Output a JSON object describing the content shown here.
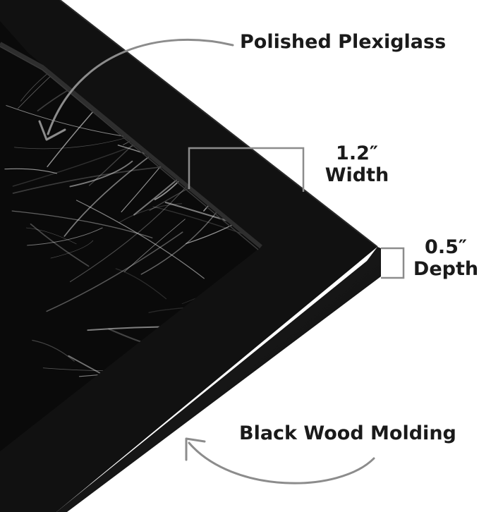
{
  "callouts": {
    "plexiglass": "Polished Plexiglass",
    "width_value": "1.2″",
    "width_label": "Width",
    "depth_value": "0.5″",
    "depth_label": "Depth",
    "molding": "Black Wood Molding"
  },
  "colors": {
    "frame": "#111111",
    "frame_edge": "#262626",
    "bevel": "#303030",
    "photo_dark": "#0a0a0a",
    "grass_light": "#d9d9d9",
    "arrow": "#8c8c8c",
    "text": "#1a1a1a",
    "background": "#ffffff"
  },
  "icons": {
    "plexiglass_arrow": "curved-arrow-down-left-icon",
    "molding_arrow": "curved-arrow-up-left-icon"
  }
}
